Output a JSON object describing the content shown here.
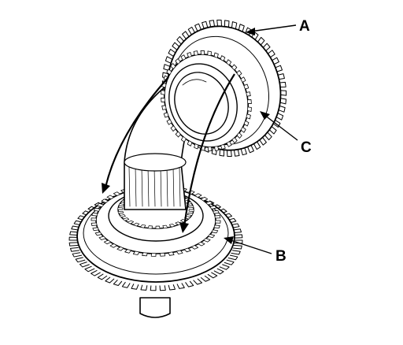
{
  "labels": {
    "a": "A",
    "b": "B",
    "c": "C"
  },
  "icons": {
    "upper_gear": "helical-gear-with-synchro-ring-icon",
    "lower_gear": "gear-assembly-on-splined-shaft-icon",
    "arrows": "leader-arrow-icon"
  },
  "colors": {
    "ink": "#000000",
    "paper": "#ffffff"
  }
}
